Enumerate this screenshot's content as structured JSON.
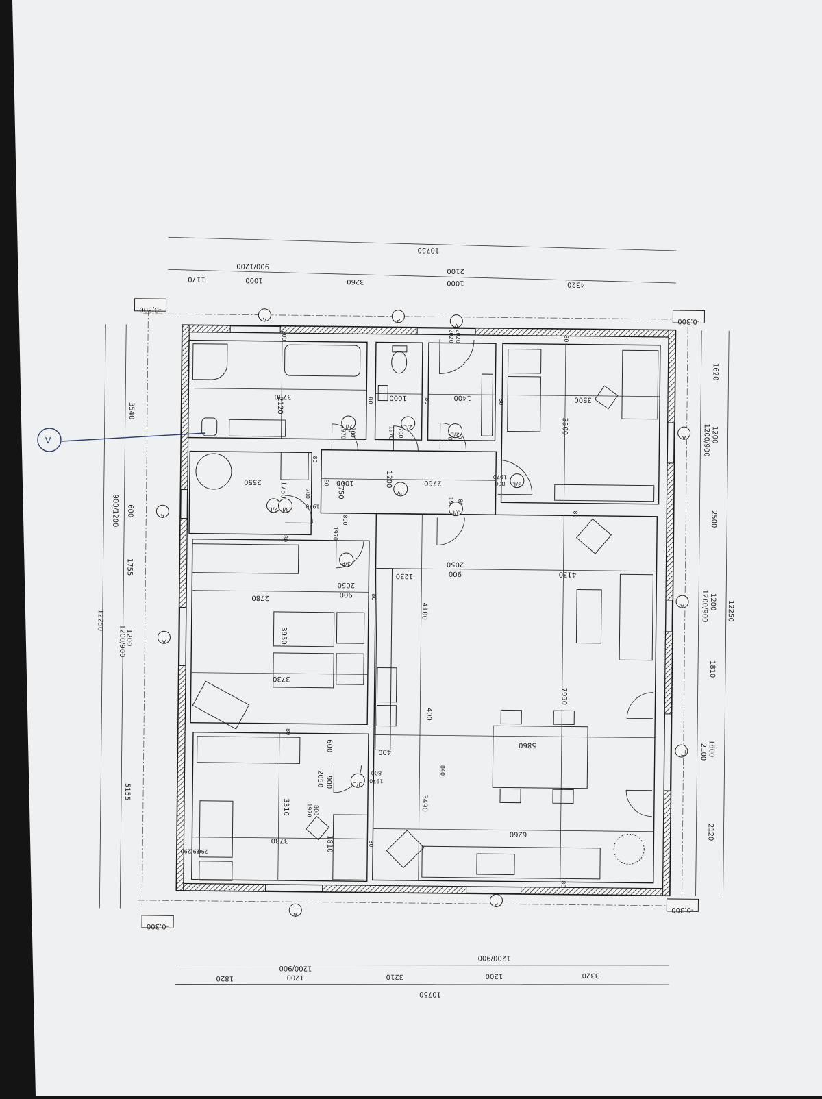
{
  "dimensions": {
    "top_total": "10750",
    "top_openings": [
      "900/1200",
      "2100"
    ],
    "top_segments": [
      "1170",
      "1000",
      "3260",
      "1000",
      "4320"
    ],
    "bottom_total": "10750",
    "bottom_openings": [
      "1200/900",
      "1200/900"
    ],
    "bottom_segments": [
      "1820",
      "1200",
      "3210",
      "1200",
      "3320"
    ],
    "left_total": "12250",
    "left_openings": [
      "900/1200",
      "1200/900"
    ],
    "left_segments": [
      "3540",
      "600",
      "1755",
      "1200",
      "5155"
    ],
    "right_total": "12250",
    "right_openings": [
      "1200/900",
      "1200/900",
      "2100"
    ],
    "right_segments": [
      "1620",
      "1200",
      "2500",
      "1200",
      "1810",
      "1800",
      "2120"
    ]
  },
  "levels": [
    "-0,300",
    "-0,300",
    "-0,300",
    "-0,300"
  ],
  "axis_markers": [
    "A",
    "A",
    "A",
    "A",
    "A",
    "A",
    "A",
    "A"
  ],
  "window_tags": [
    "V",
    "T1"
  ],
  "door_tags": [
    "2/L",
    "2/L",
    "2/L",
    "2/L",
    "3/P",
    "3/P",
    "3/L",
    "3/L",
    "3/L",
    "PV"
  ],
  "door_sizes": [
    "700",
    "1970",
    "700",
    "1970",
    "800",
    "1970",
    "700",
    "1970",
    "800",
    "1970",
    "800",
    "1970",
    "800",
    "1970",
    "800",
    "1970",
    "800",
    "1970",
    "840",
    "2020",
    "2020"
  ],
  "room_dims": [
    "3730",
    "2120",
    "1000",
    "1400",
    "3500",
    "3500",
    "2550",
    "1750",
    "1000",
    "1750",
    "1200",
    "2760",
    "2780",
    "2050",
    "900",
    "3950",
    "3730",
    "1230",
    "2050",
    "900",
    "4130",
    "4100",
    "400",
    "400",
    "7990",
    "5860",
    "600",
    "2050",
    "900",
    "3310",
    "3730",
    "1810",
    "3490",
    "6260"
  ],
  "wall_thickness": [
    "200",
    "80",
    "80",
    "80",
    "80",
    "80",
    "80",
    "80",
    "80",
    "80",
    "80",
    "80",
    "80",
    "290",
    "290",
    "290"
  ],
  "annotation": "V"
}
